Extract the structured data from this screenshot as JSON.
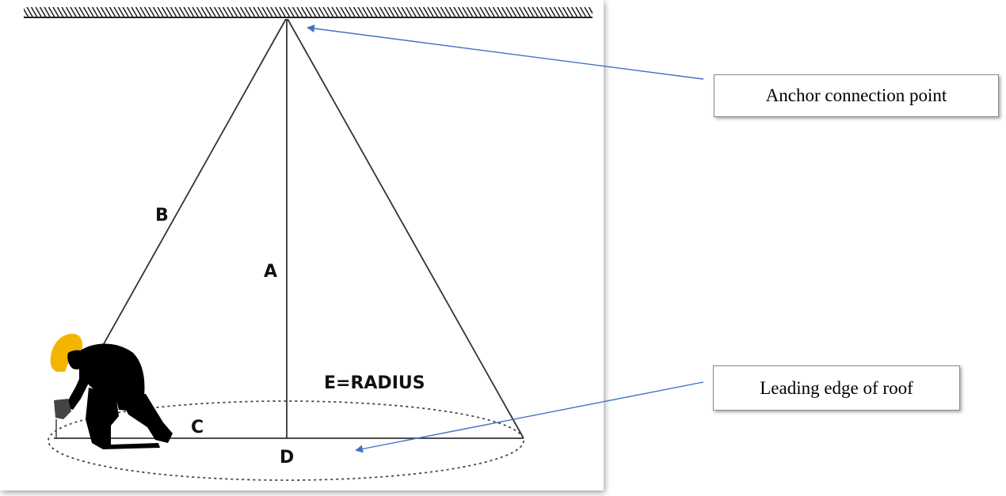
{
  "labels": {
    "a": "A",
    "b": "B",
    "c": "C",
    "d": "D",
    "e": "E=RADIUS"
  },
  "callouts": {
    "anchor": "Anchor connection point",
    "edge": "Leading edge of roof"
  },
  "colors": {
    "line": "#333333",
    "arrow": "#4472c4",
    "helmet": "#f5b400",
    "figure": "#000000"
  }
}
